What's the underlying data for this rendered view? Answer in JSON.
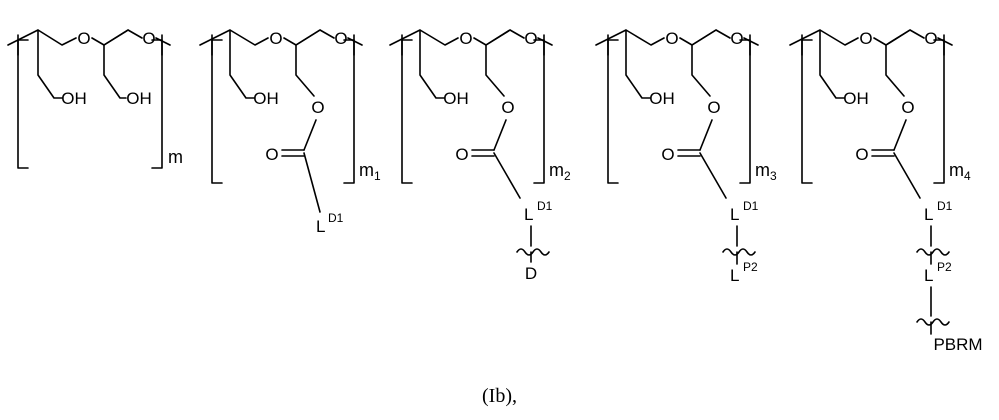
{
  "units": [
    {
      "name": "unit-m",
      "subscript": "m",
      "o1": "O",
      "o2": "O",
      "oh1": "OH",
      "oh2": "OH"
    },
    {
      "name": "unit-m1",
      "subscript": "m",
      "sub_index": "1",
      "o1": "O",
      "o2": "O",
      "oh": "OH",
      "o_ester": "O",
      "o_carbonyl": "O",
      "linker": "L",
      "linker_sup": "D1"
    },
    {
      "name": "unit-m2",
      "subscript": "m",
      "sub_index": "2",
      "o1": "O",
      "o2": "O",
      "oh": "OH",
      "o_ester": "O",
      "o_carbonyl": "O",
      "linker": "L",
      "linker_sup": "D1",
      "terminal": "D"
    },
    {
      "name": "unit-m3",
      "subscript": "m",
      "sub_index": "3",
      "o1": "O",
      "o2": "O",
      "oh": "OH",
      "o_ester": "O",
      "o_carbonyl": "O",
      "linker": "L",
      "linker_sup": "D1",
      "linker2": "L",
      "linker2_sup": "P2"
    },
    {
      "name": "unit-m4",
      "subscript": "m",
      "sub_index": "4",
      "o1": "O",
      "o2": "O",
      "oh": "OH",
      "o_ester": "O",
      "o_carbonyl": "O",
      "linker": "L",
      "linker_sup": "D1",
      "linker2": "L",
      "linker2_sup": "P2",
      "terminal": "PBRM"
    }
  ],
  "caption": "(Ib),"
}
